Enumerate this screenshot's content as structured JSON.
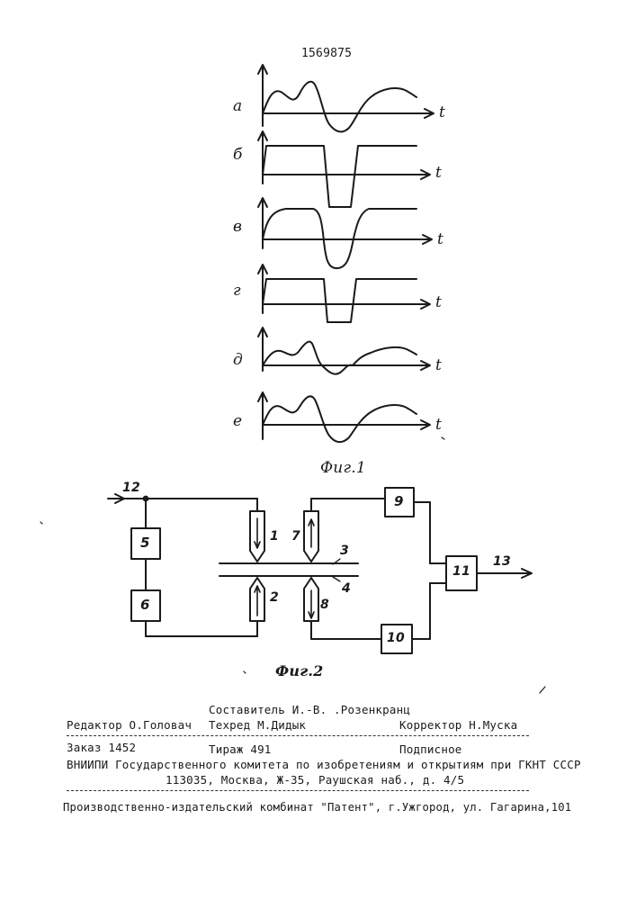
{
  "patent_number": "1569875",
  "fig1": {
    "caption": "Фиг.1",
    "axis_label": "t",
    "rows": [
      {
        "label": "а",
        "waveform": "analog-signal"
      },
      {
        "label": "б",
        "waveform": "rectangular-pulse"
      },
      {
        "label": "в",
        "waveform": "rounded-pulse"
      },
      {
        "label": "г",
        "waveform": "rectangular-pulse"
      },
      {
        "label": "д",
        "waveform": "analog-signal-rectified"
      },
      {
        "label": "е",
        "waveform": "analog-signal"
      }
    ]
  },
  "fig2": {
    "caption": "Фиг.2",
    "blocks": {
      "b5": "5",
      "b6": "6",
      "b9": "9",
      "b10": "10",
      "b11": "11"
    },
    "labels": {
      "in": "12",
      "out": "13",
      "t1": "1",
      "t2": "2",
      "t7": "7",
      "t8": "8",
      "layer3": "3",
      "layer4": "4"
    }
  },
  "footer": {
    "compiler": "Составитель И.-В. .Розенкранц",
    "editor": "Редактор О.Головач",
    "techred": "Техред М.Дидык",
    "corrector": "Корректор  Н.Муска",
    "order": "Заказ 1452",
    "circulation": "Тираж 491",
    "subscription": "Подписное",
    "vniipi_line1": "ВНИИПИ Государственного комитета по изобретениям и открытиям при ГКНТ СССР",
    "vniipi_line2": "113035, Москва, Ж-35, Раушская наб., д. 4/5",
    "publisher": "Производственно-издательский комбинат \"Патент\", г.Ужгород, ул. Гагарина,101"
  }
}
